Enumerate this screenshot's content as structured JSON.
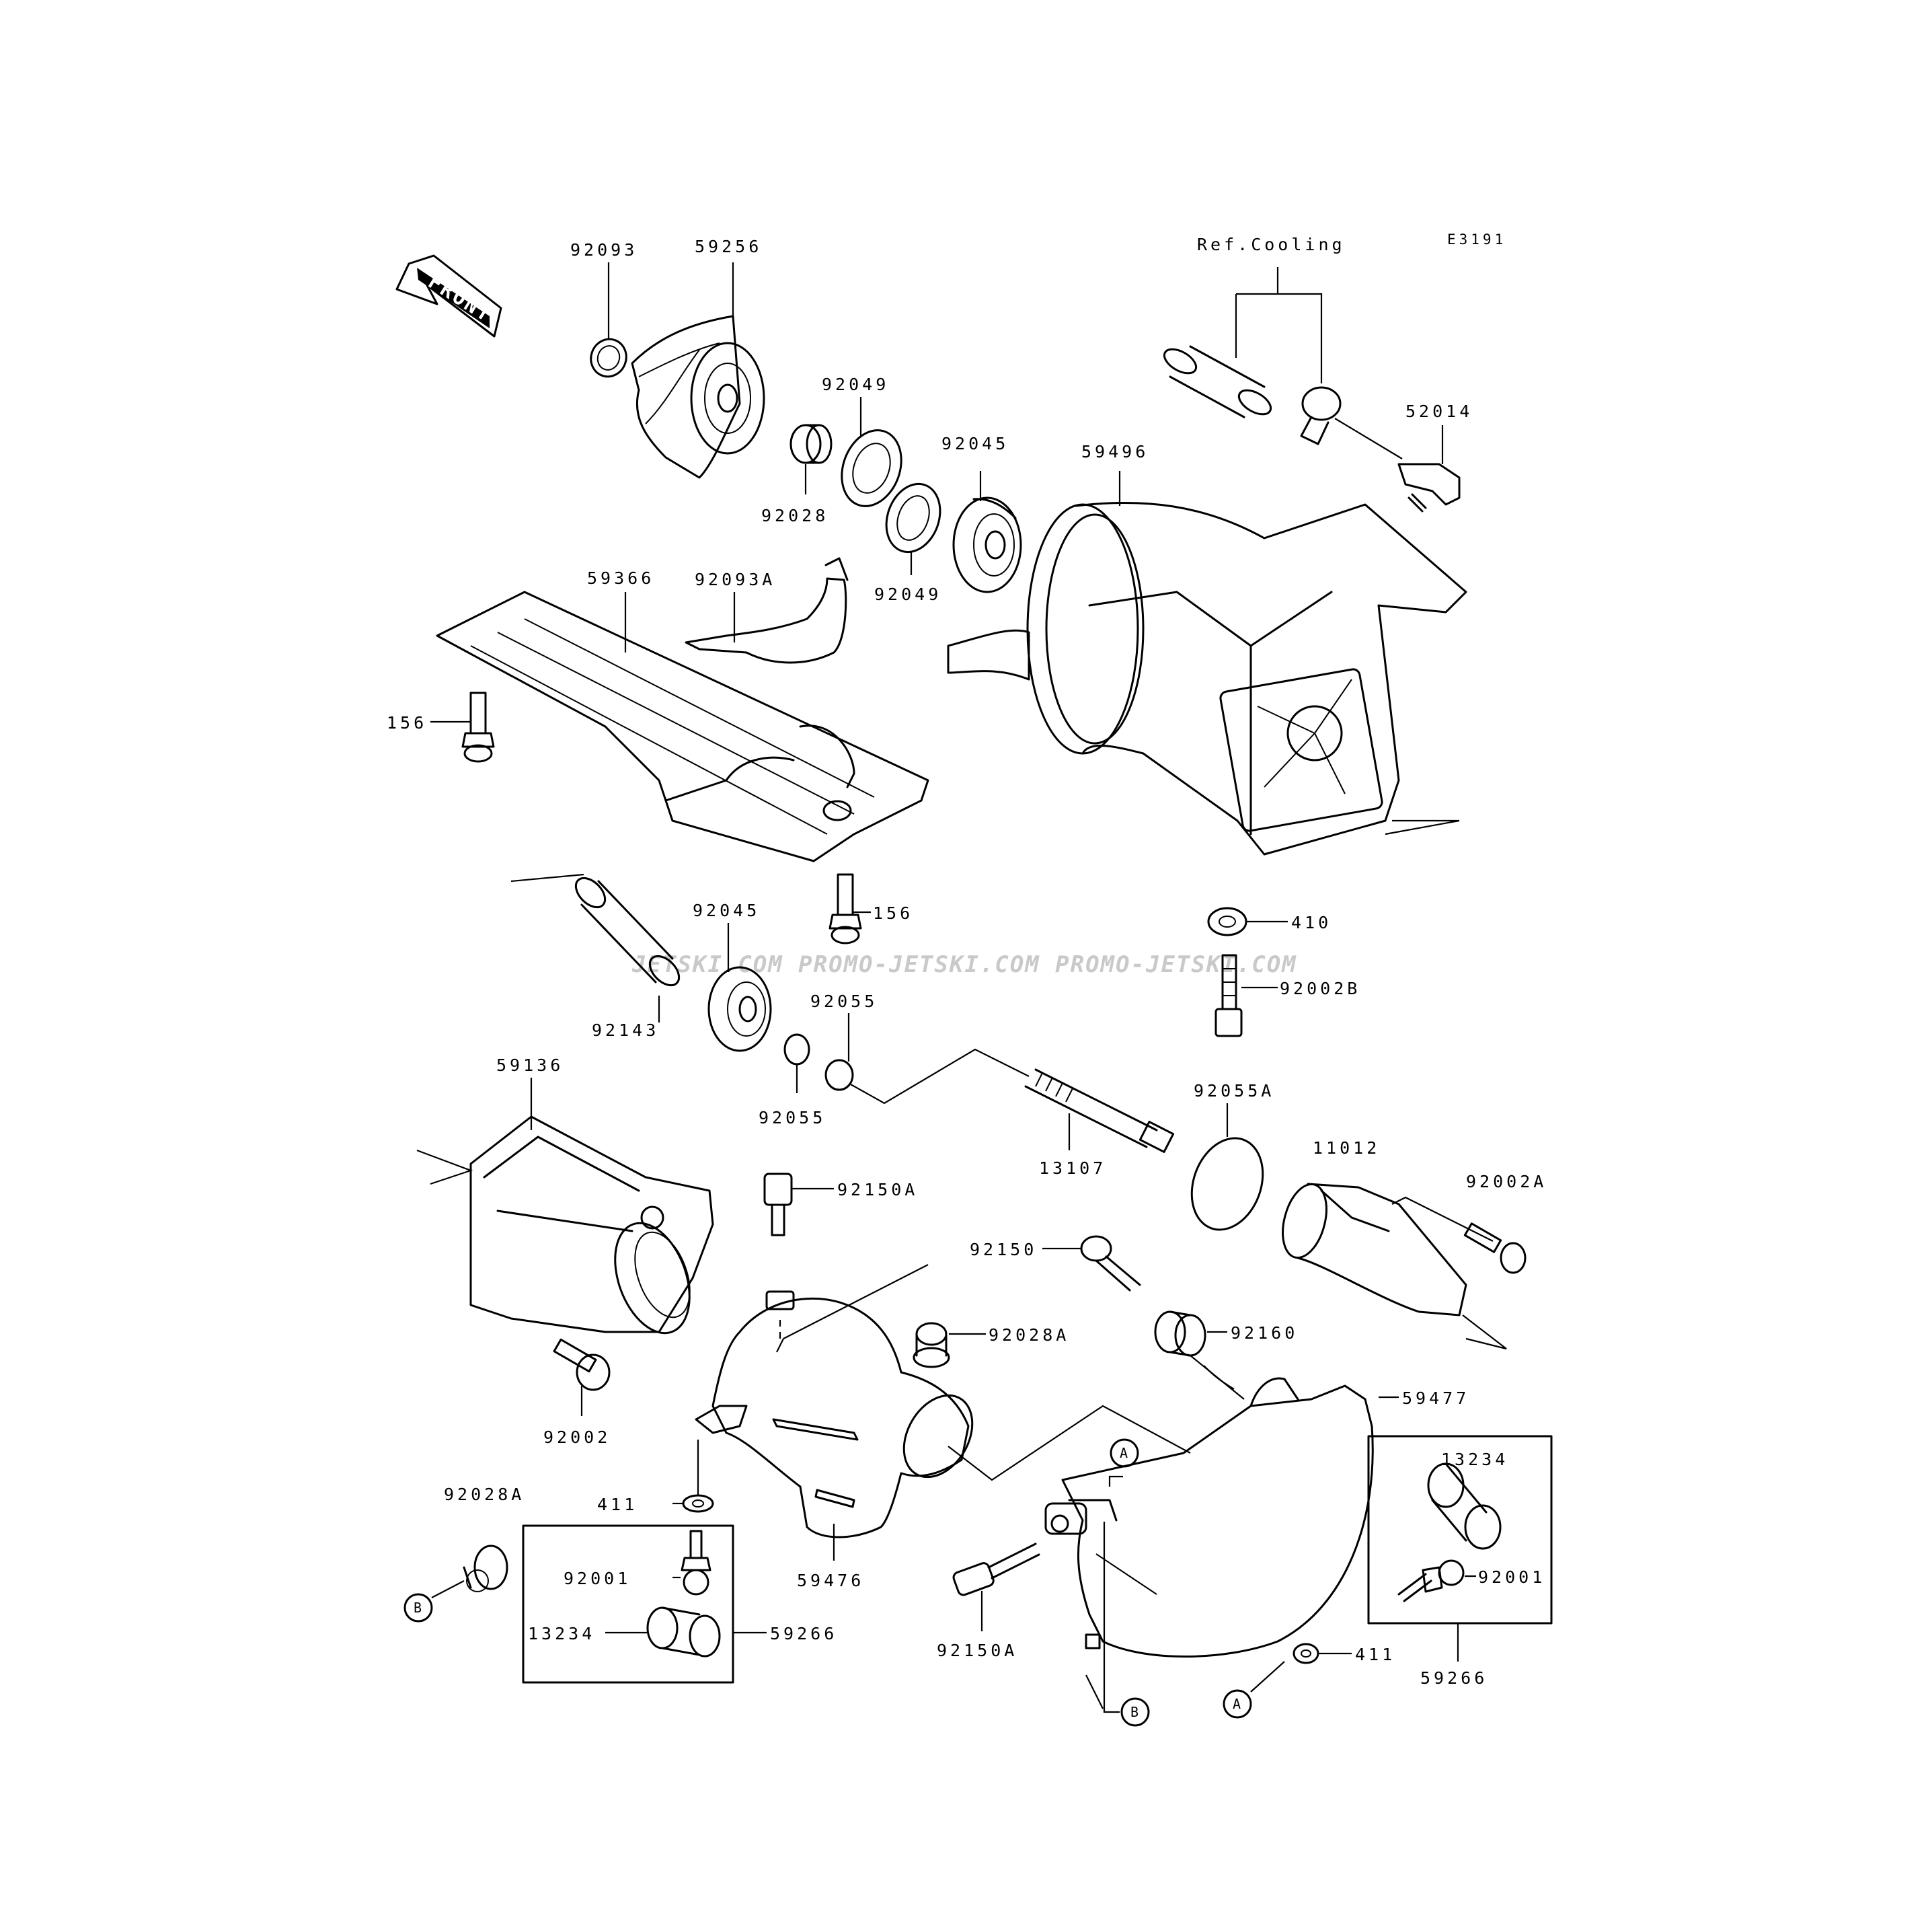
{
  "diagram": {
    "code": "E3191",
    "front_label": "FRONT",
    "reference": "Ref.Cooling",
    "watermark": "JETSKI.COM  PROMO-JETSKI.COM  PROMO-JETSKI.COM"
  },
  "callouts": {
    "p92093": "92093",
    "p59256": "59256",
    "p92049a": "92049",
    "p92049b": "92049",
    "p92045a": "92045",
    "p92028": "92028",
    "p59496": "59496",
    "p52014": "52014",
    "p59366": "59366",
    "p92093A": "92093A",
    "p156a": "156",
    "p156b": "156",
    "p92045b": "92045",
    "p92143": "92143",
    "p92055a": "92055",
    "p92055b": "92055",
    "p410": "410",
    "p92002B": "92002B",
    "p59136": "59136",
    "p13107": "13107",
    "p92055A": "92055A",
    "p11012": "11012",
    "p92002A": "92002A",
    "p92150A_top": "92150A",
    "p92150": "92150",
    "p92028A_mid": "92028A",
    "p92160": "92160",
    "p59477": "59477",
    "p92002": "92002",
    "p92028A_left": "92028A",
    "p411_left": "411",
    "p59476": "59476",
    "p92001_left": "92001",
    "p13234_left": "13234",
    "p59266_left": "59266",
    "p13234_right": "13234",
    "p92001_right": "92001",
    "p59266_right": "59266",
    "p411_right": "411",
    "p92150A_bottom": "92150A"
  },
  "markers": {
    "a1": "A",
    "a2": "A",
    "b1": "B",
    "b2": "B"
  }
}
